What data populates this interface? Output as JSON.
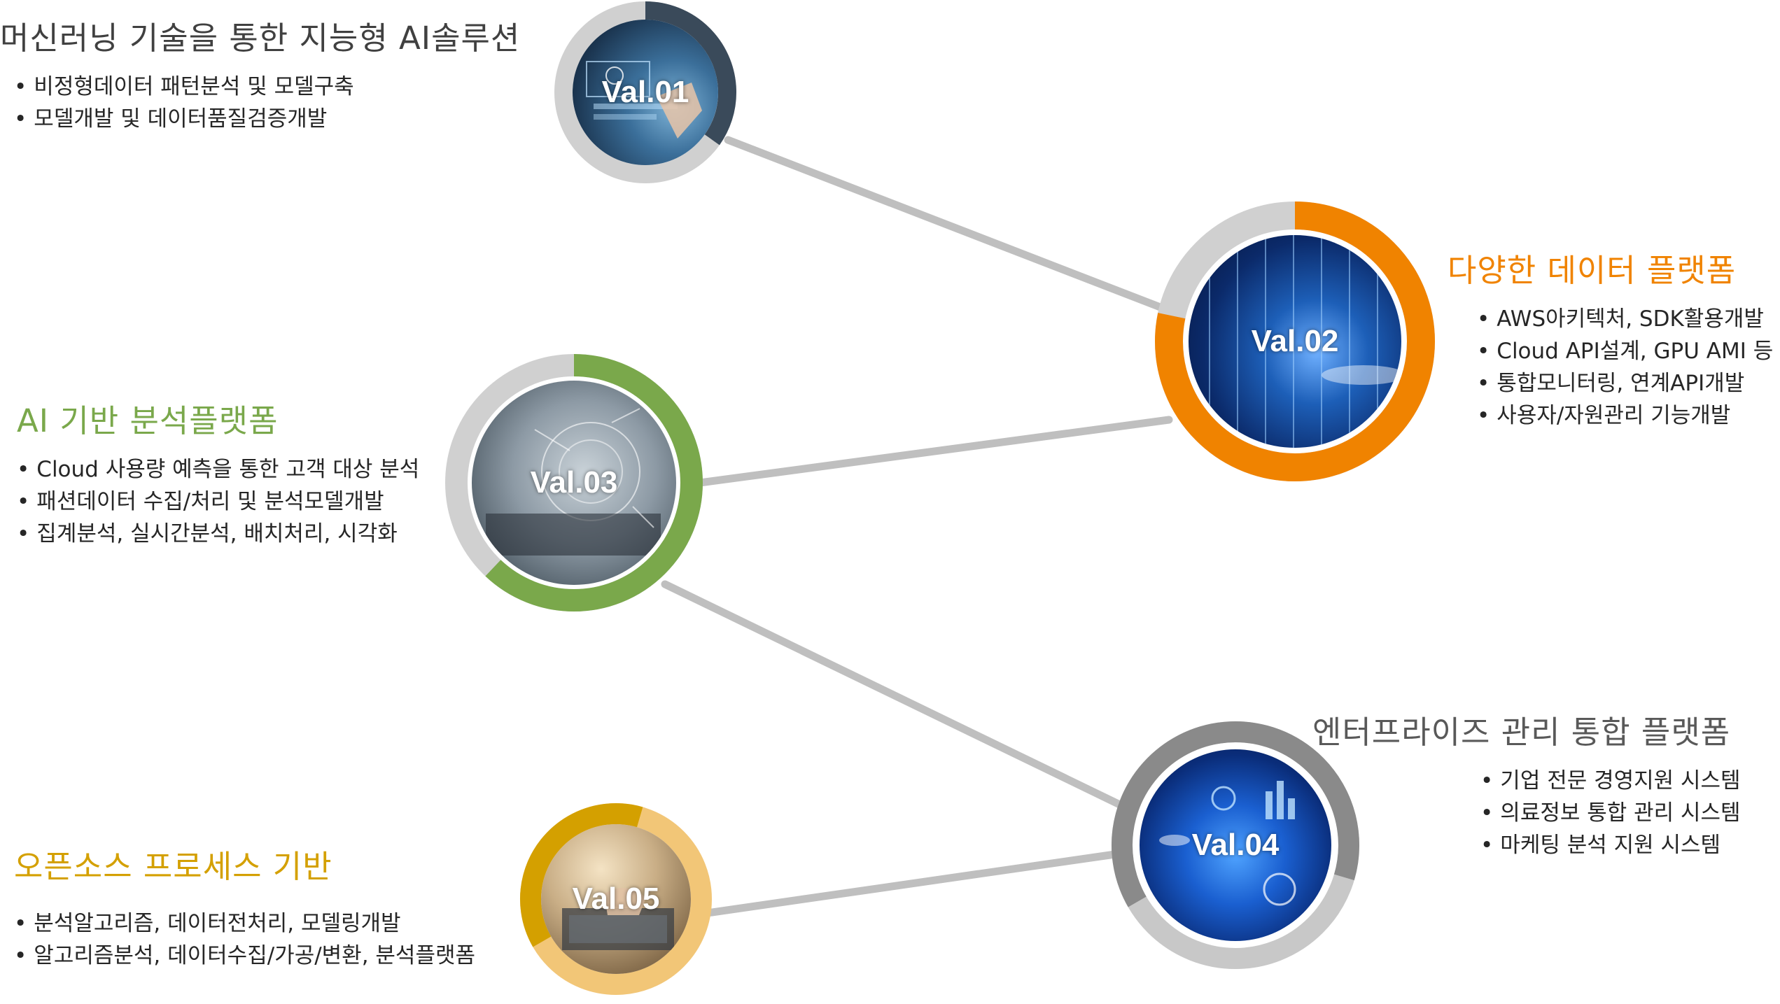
{
  "colors": {
    "connector": "#bfbfbf",
    "ring_track": "#d0d0d0",
    "val01_accent": "#3a4a5a",
    "val02_accent": "#f08300",
    "val03_accent": "#7aa84b",
    "val04_accent": "#8a8a8a",
    "val05_accent": "#d4a000",
    "val05_track": "#f2c677"
  },
  "nodes": [
    {
      "id": "val01",
      "label": "Val.01",
      "title": "머신러닝 기술을 통한 지능형 AI솔루션",
      "title_color": "#404040",
      "bullets": [
        "비정형데이터 패턴분석 및 모델구축",
        "모델개발 및 데이터품질검증개발"
      ]
    },
    {
      "id": "val02",
      "label": "Val.02",
      "title": "다양한 데이터 플랫폼",
      "title_color": "#f08300",
      "bullets": [
        "AWS아키텍처, SDK활용개발",
        "Cloud API설계, GPU AMI 등",
        "통합모니터링, 연계API개발",
        "사용자/자원관리 기능개발"
      ]
    },
    {
      "id": "val03",
      "label": "Val.03",
      "title": "AI 기반 분석플랫폼",
      "title_color": "#7aa84b",
      "bullets": [
        "Cloud 사용량 예측을 통한 고객 대상 분석",
        "패션데이터 수집/처리 및 분석모델개발",
        "집계분석, 실시간분석, 배치처리, 시각화"
      ]
    },
    {
      "id": "val04",
      "label": "Val.04",
      "title": "엔터프라이즈 관리 통합 플랫폼",
      "title_color": "#595959",
      "bullets": [
        "기업 전문 경영지원 시스템",
        "의료정보 통합 관리 시스템",
        "마케팅 분석 지원 시스템"
      ]
    },
    {
      "id": "val05",
      "label": "Val.05",
      "title": "오픈소스 프로세스 기반",
      "title_color": "#d4a000",
      "bullets": [
        "분석알고리즘, 데이터전처리, 모델링개발",
        "알고리즘분석, 데이터수집/가공/변환, 분석플랫폼"
      ]
    }
  ]
}
